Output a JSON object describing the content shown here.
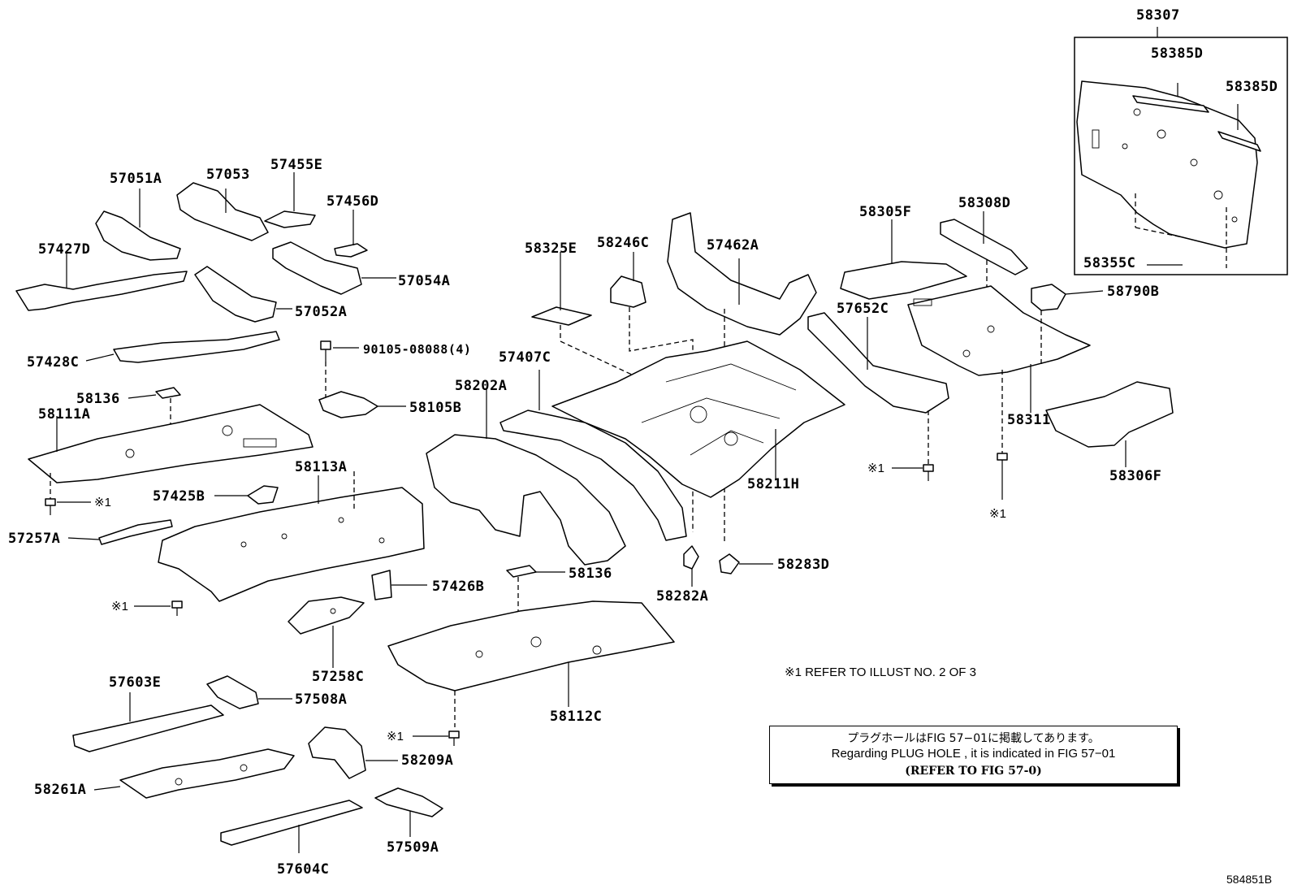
{
  "labels": {
    "p58307": "58307",
    "p58385D_a": "58385D",
    "p58385D_b": "58385D",
    "p58355C": "58355C",
    "p58790B": "58790B",
    "p58308D": "58308D",
    "p58305F": "58305F",
    "p57652C": "57652C",
    "p58311": "58311",
    "p58306F": "58306F",
    "p57051A": "57051A",
    "p57053": "57053",
    "p57455E": "57455E",
    "p57456D": "57456D",
    "p57427D": "57427D",
    "p57054A": "57054A",
    "p57052A": "57052A",
    "p57428C": "57428C",
    "p90105": "90105-08088(4)",
    "p58136_a": "58136",
    "p58111A": "58111A",
    "p58105B": "58105B",
    "p58113A": "58113A",
    "p57425B": "57425B",
    "p57257A": "57257A",
    "p58325E": "58325E",
    "p58246C": "58246C",
    "p57462A": "57462A",
    "p57407C": "57407C",
    "p58202A": "58202A",
    "p58211H": "58211H",
    "p58283D": "58283D",
    "p58282A": "58282A",
    "p57426B": "57426B",
    "p58136_b": "58136",
    "p57258C": "57258C",
    "p57603E": "57603E",
    "p57508A": "57508A",
    "p58112C": "58112C",
    "p58209A": "58209A",
    "p58261A": "58261A",
    "p57509A": "57509A",
    "p57604C": "57604C",
    "ref1_a": "※1",
    "ref1_b": "※1",
    "ref1_c": "※1",
    "ref1_d": "※1",
    "ref1_e": "※1"
  },
  "refer_note": "※1 REFER TO ILLUST NO. 2 OF 3",
  "plug_note": {
    "line1": "プラグホールはFIG  57−01に掲載してあります。",
    "line2": "Regarding  PLUG  HOLE , it is indicated in FIG  57−01",
    "line3": "(REFER TO FIG 57-0)"
  },
  "figure_id": "584851B"
}
